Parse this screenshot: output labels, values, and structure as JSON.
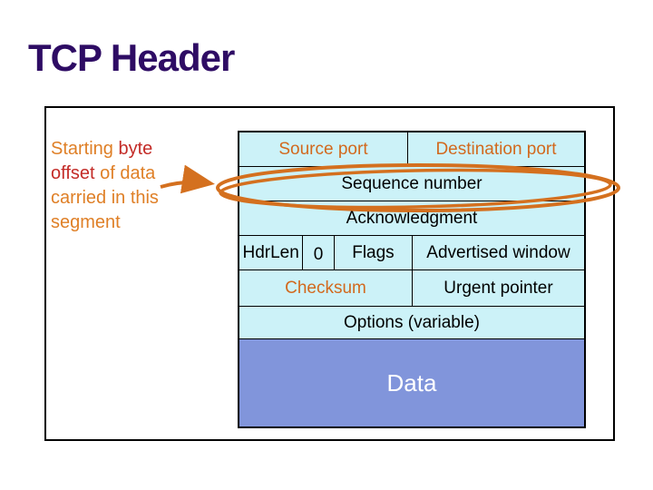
{
  "title": "TCP Header",
  "annotation": {
    "segments": [
      {
        "text": "Starting ",
        "color": "#DF7F26"
      },
      {
        "text": "byte offset",
        "color": "#C32B27"
      },
      {
        "text": " of data carried in this segment",
        "color": "#DF7F26"
      }
    ]
  },
  "diagram": {
    "rows": [
      {
        "cells": [
          {
            "label": "Source port",
            "color": "#D2691E"
          },
          {
            "label": "Destination port",
            "color": "#D2691E"
          }
        ]
      },
      {
        "cells": [
          {
            "label": "Sequence number"
          }
        ]
      },
      {
        "cells": [
          {
            "label": "Acknowledgment"
          }
        ]
      },
      {
        "cells": [
          {
            "label": "HdrLen"
          },
          {
            "label": "0"
          },
          {
            "label": "Flags"
          },
          {
            "label": "Advertised window"
          }
        ]
      },
      {
        "cells": [
          {
            "label": "Checksum",
            "color": "#D2691E"
          },
          {
            "label": "Urgent pointer"
          }
        ]
      },
      {
        "cells": [
          {
            "label": "Options (variable)"
          }
        ]
      },
      {
        "cells": [
          {
            "label": "Data",
            "color": "#FFFFFF"
          }
        ]
      }
    ]
  },
  "colors": {
    "title": "#2E0C64",
    "cell_bg": "#CCF2F8",
    "data_bg": "#8195DB",
    "accent": "#D4701F",
    "border": "#000000",
    "background": "#FFFFFF"
  }
}
